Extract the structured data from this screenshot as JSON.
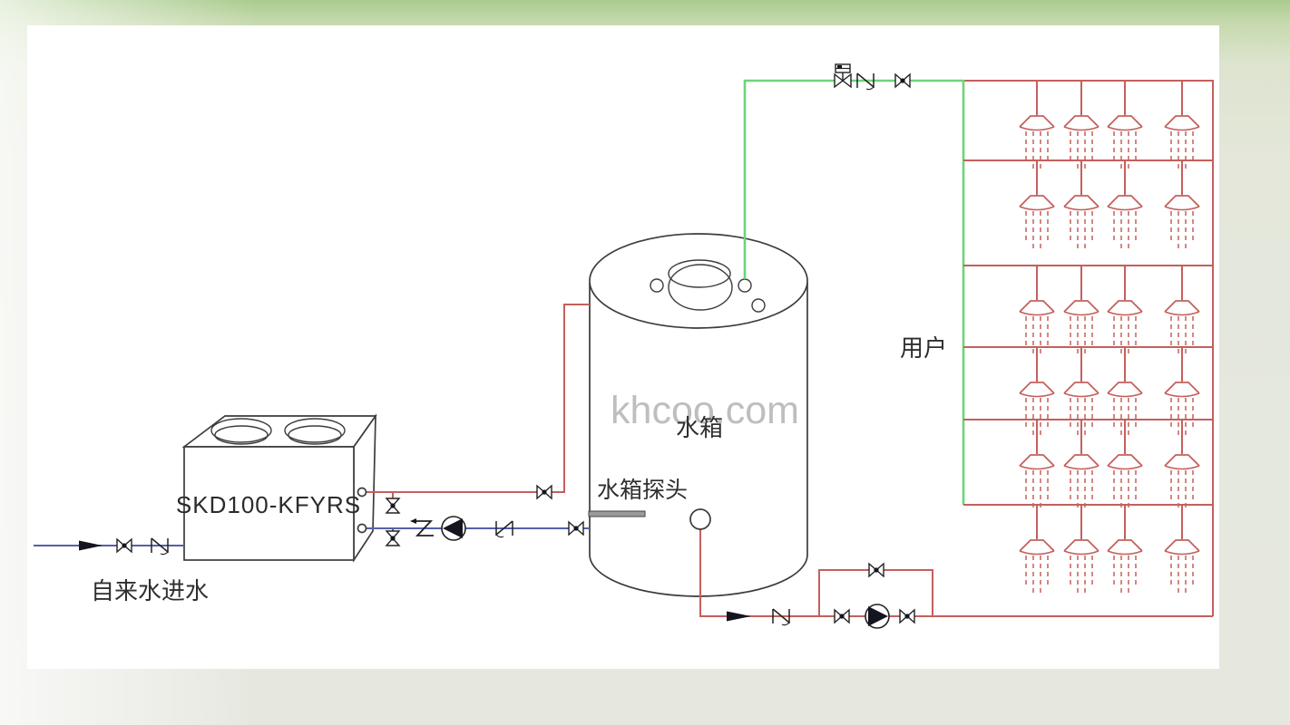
{
  "labels": {
    "heat_pump_model": "SKD100-KFYRS",
    "tap_water_inlet": "自来水进水",
    "tank": "水箱",
    "tank_probe": "水箱探头",
    "users": "用户",
    "watermark": "khcoo.com"
  },
  "diagram": {
    "type": "piping-schematic",
    "components": [
      "heat-pump-unit",
      "water-tank",
      "tank-probe",
      "circulation-pump",
      "gate-valve",
      "motorized-valve",
      "check-valve",
      "flow-arrow",
      "shower-head",
      "flexible-connector",
      "tap-water-inlet"
    ],
    "shower_grid": {
      "rows": 6,
      "heads_per_row": 4
    },
    "colors": {
      "hot_water_pipe": "#c4605c",
      "cold_water_pipe": "#5560a8",
      "supply_pipe": "#6ed47a",
      "outline": "#3c3c3c",
      "symbol_fill": "#151520",
      "watermark_gray": "#b3b3b3"
    }
  }
}
